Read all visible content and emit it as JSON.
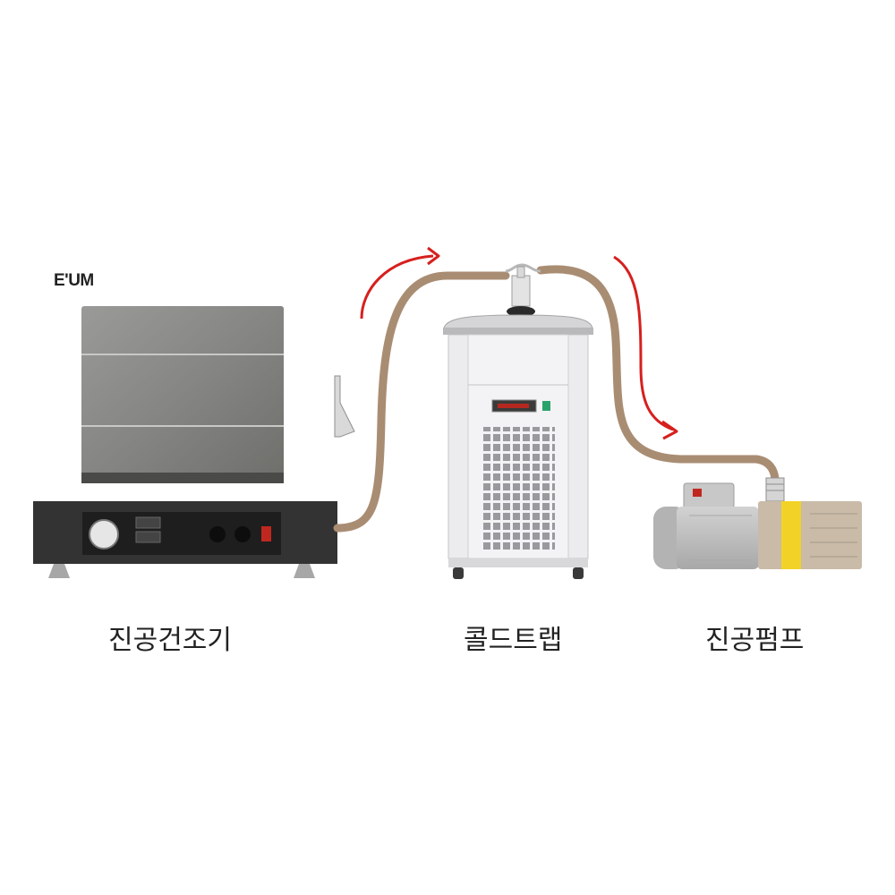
{
  "brand": {
    "logo_text": "E'UM"
  },
  "devices": [
    {
      "id": "vacuum-dryer",
      "label": "진공건조기"
    },
    {
      "id": "cold-trap",
      "label": "콜드트랩"
    },
    {
      "id": "vacuum-pump",
      "label": "진공펌프"
    }
  ],
  "colors": {
    "hose": "#a98d73",
    "flow_arrow": "#d6201e",
    "dryer_body": "#8a8a88",
    "dryer_base": "#333333",
    "trap_body": "#ececee",
    "pump_motor": "#bfbfbf",
    "pump_stripe": "#f2d226",
    "pump_housing": "#c9bba8"
  },
  "icons": [
    "flow-arrow-icon",
    "hose-icon"
  ]
}
